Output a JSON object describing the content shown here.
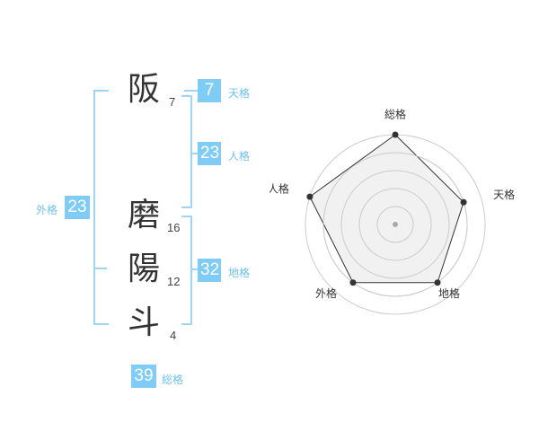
{
  "name": {
    "chars": [
      {
        "char": "阪",
        "strokes": "7"
      },
      {
        "char": "磨",
        "strokes": "16"
      },
      {
        "char": "陽",
        "strokes": "12"
      },
      {
        "char": "斗",
        "strokes": "4"
      }
    ]
  },
  "fortunes": {
    "tenkaku": {
      "label": "天格",
      "value": "7"
    },
    "jinkaku": {
      "label": "人格",
      "value": "23"
    },
    "chikaku": {
      "label": "地格",
      "value": "32"
    },
    "gaikaku": {
      "label": "外格",
      "value": "23"
    },
    "soukaku": {
      "label": "総格",
      "value": "39"
    }
  },
  "chart_data": {
    "type": "radar",
    "axes": [
      "総格",
      "天格",
      "地格",
      "外格",
      "人格"
    ],
    "values": [
      5,
      4,
      4,
      4,
      5
    ],
    "max": 5,
    "rings": 5,
    "colors": {
      "fill": "#eeeeee",
      "line": "#333333",
      "grid": "#cccccc",
      "center": "#aaaaaa"
    }
  }
}
